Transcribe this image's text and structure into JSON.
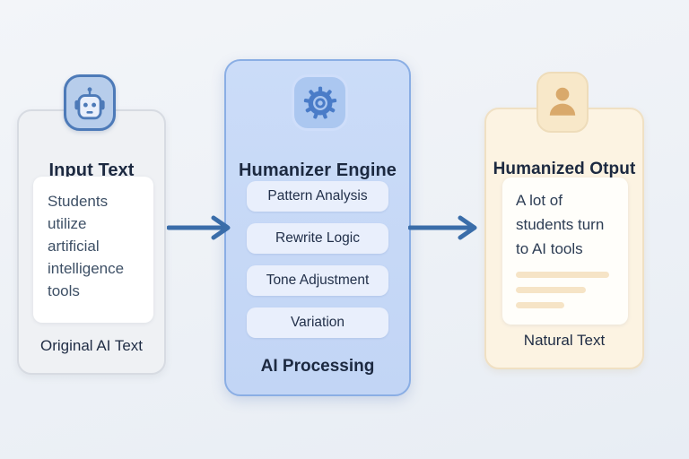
{
  "panels": {
    "input": {
      "icon": "robot-icon",
      "title": "Input Text",
      "card_text": "Students utilize artificial intelligence tools",
      "caption": "Original AI Text"
    },
    "engine": {
      "icon": "gear-icon",
      "title": "Humanizer Engine",
      "steps": [
        "Pattern Analysis",
        "Rewrite Logic",
        "Tone Adjustment",
        "Variation"
      ],
      "caption": "AI Processing"
    },
    "output": {
      "icon": "person-icon",
      "title": "Humanized Otput",
      "card_text": "A lot of students turn to AI tools",
      "caption": "Natural Text",
      "placeholder_line_count": 3
    }
  },
  "colors": {
    "arrow": "#3a6da9",
    "title_text": "#1c2940",
    "body_text": "#3e5066",
    "input_fill": "#eff1f4",
    "input_border": "#d7dbe2",
    "robot_fill": "#b7cdeb",
    "robot_border": "#4d7ab8",
    "engine_fill": "#cbdcf8",
    "engine_border": "#8aaee4",
    "engine_step_fill": "#e9effc",
    "gear_fill": "#abc7f0",
    "gear_border": "#cfdefa",
    "gear_glyph": "#4a7cc8",
    "output_fill": "#fcf3e2",
    "output_border": "#f0e0c3",
    "person_fill": "#f8e8c9",
    "person_border": "#eedcba",
    "person_glyph": "#d9a96b",
    "skeleton_line": "#f6e4c6"
  }
}
